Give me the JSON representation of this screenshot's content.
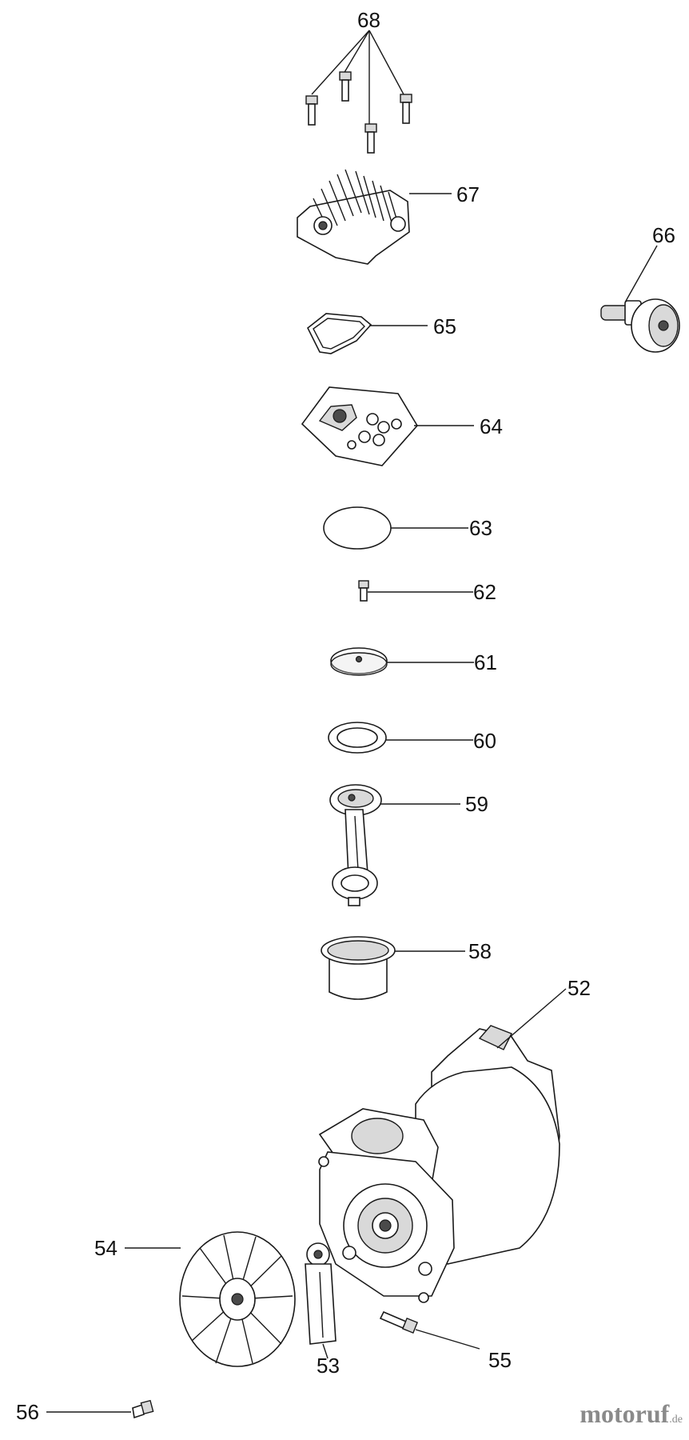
{
  "labels": {
    "p68": "68",
    "p67": "67",
    "p66": "66",
    "p65": "65",
    "p64": "64",
    "p63": "63",
    "p62": "62",
    "p61": "61",
    "p60": "60",
    "p59": "59",
    "p58": "58",
    "p52": "52",
    "p53": "53",
    "p54": "54",
    "p55": "55",
    "p56": "56"
  },
  "watermark": {
    "brand_a": "motoruf",
    "brand_b": ".de"
  }
}
